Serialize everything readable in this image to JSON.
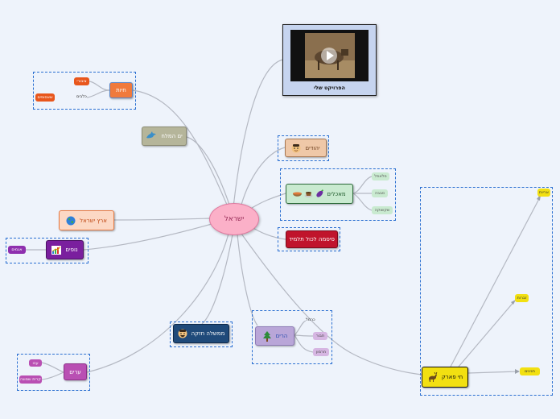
{
  "colors": {
    "link": "#b4b8c2",
    "central_fill": "#fbb0c8",
    "central_border": "#e07aa0",
    "group_border": "#2a6fd1"
  },
  "central": {
    "label": "ישראל"
  },
  "video": {
    "caption": "הפרויקט שלי",
    "icon": "play-icon"
  },
  "animals": {
    "label": "חיות",
    "children": [
      "ציבורי",
      "כלבים",
      "שאסופים"
    ]
  },
  "sea": {
    "label": "ים המלח",
    "icon": "dolphin-icon"
  },
  "land": {
    "label": "ארץ ישראל",
    "icon": "globe-icon"
  },
  "views": {
    "label": "נופים",
    "icon": "chart-icon",
    "children": [
      "אגמים"
    ]
  },
  "cities": {
    "label": "ערים",
    "children": [
      "עכו",
      "קרית שמונה"
    ]
  },
  "government": {
    "label": "ממשלה חזקה",
    "icon": "person-icon"
  },
  "mountains": {
    "label": "הרים",
    "icon": "tree-icon",
    "children": [
      "כרמל",
      "תבור",
      "חרמון"
    ]
  },
  "jews": {
    "label": "יהודים",
    "icon": "face-icon"
  },
  "foods": {
    "label": "מאכלים",
    "icons": [
      "eggplant-icon",
      "coffee-icon",
      "bowl-icon"
    ],
    "children": [
      "פלאפל",
      "סבבה",
      "שקשוקה"
    ]
  },
  "note": {
    "label": "סיסמה לכול תלמיד"
  },
  "park": {
    "label": "חי פארק",
    "icon": "antelope-icon",
    "children": [
      "אריות",
      "זברות",
      "תנינים"
    ]
  }
}
